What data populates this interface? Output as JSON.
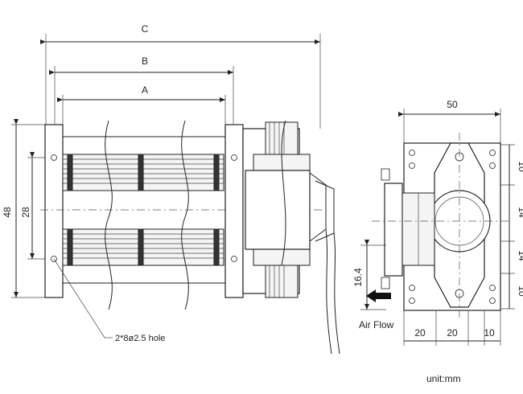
{
  "dims": {
    "a": "A",
    "b": "B",
    "c": "C",
    "h48": "48",
    "h28": "28",
    "w50": "50",
    "r10a": "10",
    "r14a": "14",
    "r14b": "14",
    "r10b": "10",
    "l16_4": "16.4",
    "b20a": "20",
    "b20b": "20",
    "b10": "10"
  },
  "notes": {
    "hole": "2*8ø2.5 hole",
    "airflow": "Air Flow",
    "unit": "unit:mm"
  }
}
